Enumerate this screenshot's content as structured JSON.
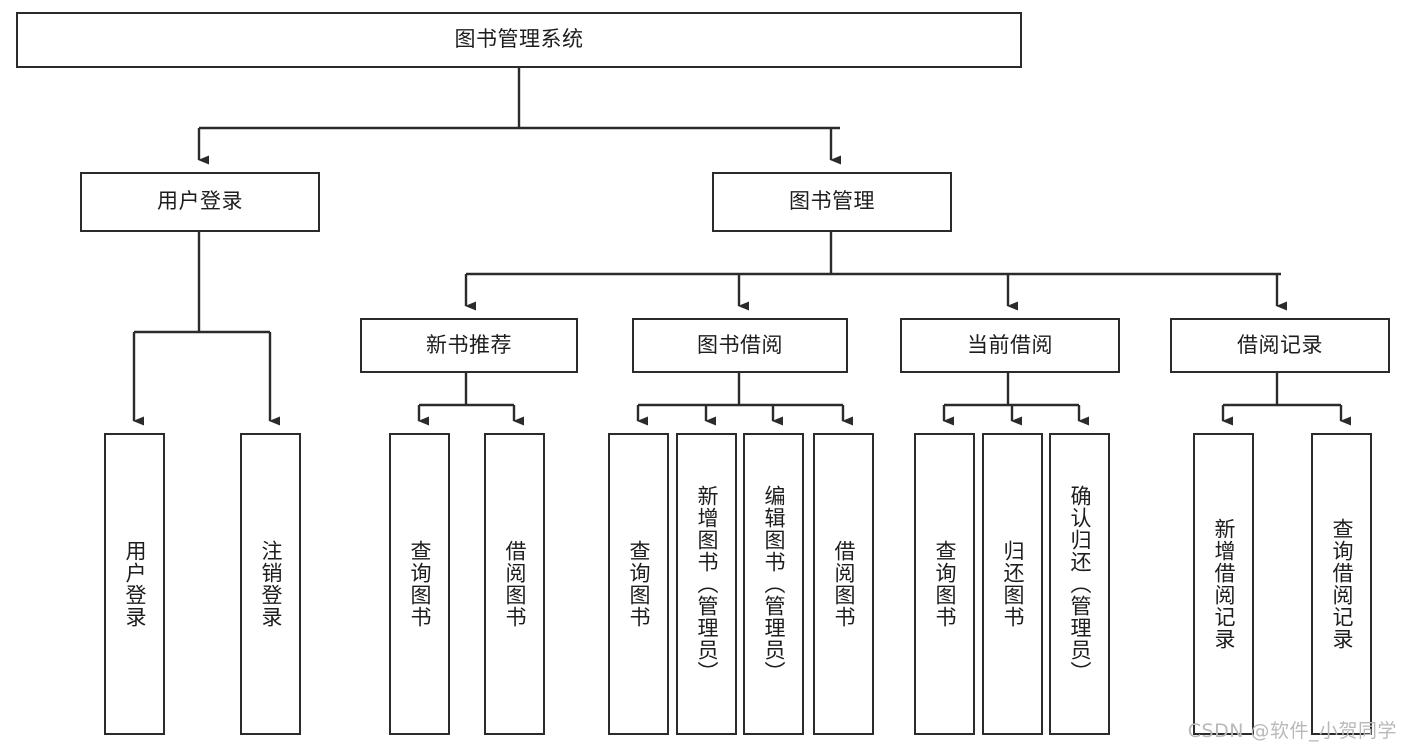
{
  "diagram": {
    "type": "tree-hierarchy-flowchart",
    "title": "图书管理系统",
    "orientation": "top-down",
    "box_border_color": "#2b2b2b",
    "box_fill_color": "#ffffff",
    "text_color": "#1d1d1d",
    "connector_color": "#2b2b2b",
    "levels": [
      {
        "level": 1,
        "nodes": [
          {
            "id": "root",
            "label": "图书管理系统",
            "text_orientation": "horizontal"
          }
        ]
      },
      {
        "level": 2,
        "nodes": [
          {
            "id": "login",
            "label": "用户登录",
            "text_orientation": "horizontal",
            "parent": "root"
          },
          {
            "id": "bookmgmt",
            "label": "图书管理",
            "text_orientation": "horizontal",
            "parent": "root"
          }
        ]
      },
      {
        "level": 3,
        "nodes": [
          {
            "id": "newbook",
            "label": "新书推荐",
            "text_orientation": "horizontal",
            "parent": "bookmgmt"
          },
          {
            "id": "borrow",
            "label": "图书借阅",
            "text_orientation": "horizontal",
            "parent": "bookmgmt"
          },
          {
            "id": "current",
            "label": "当前借阅",
            "text_orientation": "horizontal",
            "parent": "bookmgmt"
          },
          {
            "id": "records",
            "label": "借阅记录",
            "text_orientation": "horizontal",
            "parent": "bookmgmt"
          }
        ]
      },
      {
        "level": 4,
        "nodes": [
          {
            "id": "leaf-user-login",
            "label": "用户登录",
            "text_orientation": "vertical",
            "parent": "login"
          },
          {
            "id": "leaf-user-logout",
            "label": "注销登录",
            "text_orientation": "vertical",
            "parent": "login"
          },
          {
            "id": "leaf-query-book-1",
            "label": "查询图书",
            "text_orientation": "vertical",
            "parent": "newbook"
          },
          {
            "id": "leaf-borrow-book-1",
            "label": "借阅图书",
            "text_orientation": "vertical",
            "parent": "newbook"
          },
          {
            "id": "leaf-query-book-2",
            "label": "查询图书",
            "text_orientation": "vertical",
            "parent": "borrow"
          },
          {
            "id": "leaf-add-book",
            "label": "新增图书（管理员）",
            "text_orientation": "vertical",
            "parent": "borrow"
          },
          {
            "id": "leaf-edit-book",
            "label": "编辑图书（管理员）",
            "text_orientation": "vertical",
            "parent": "borrow"
          },
          {
            "id": "leaf-borrow-book-2",
            "label": "借阅图书",
            "text_orientation": "vertical",
            "parent": "borrow"
          },
          {
            "id": "leaf-query-book-3",
            "label": "查询图书",
            "text_orientation": "vertical",
            "parent": "current"
          },
          {
            "id": "leaf-return-book",
            "label": "归还图书",
            "text_orientation": "vertical",
            "parent": "current"
          },
          {
            "id": "leaf-confirm-return",
            "label": "确认归还（管理员）",
            "text_orientation": "vertical",
            "parent": "current"
          },
          {
            "id": "leaf-add-record",
            "label": "新增借阅记录",
            "text_orientation": "vertical",
            "parent": "records"
          },
          {
            "id": "leaf-query-record",
            "label": "查询借阅记录",
            "text_orientation": "vertical",
            "parent": "records"
          }
        ]
      }
    ]
  },
  "watermark": {
    "text": "CSDN @软件_小贺同学"
  }
}
